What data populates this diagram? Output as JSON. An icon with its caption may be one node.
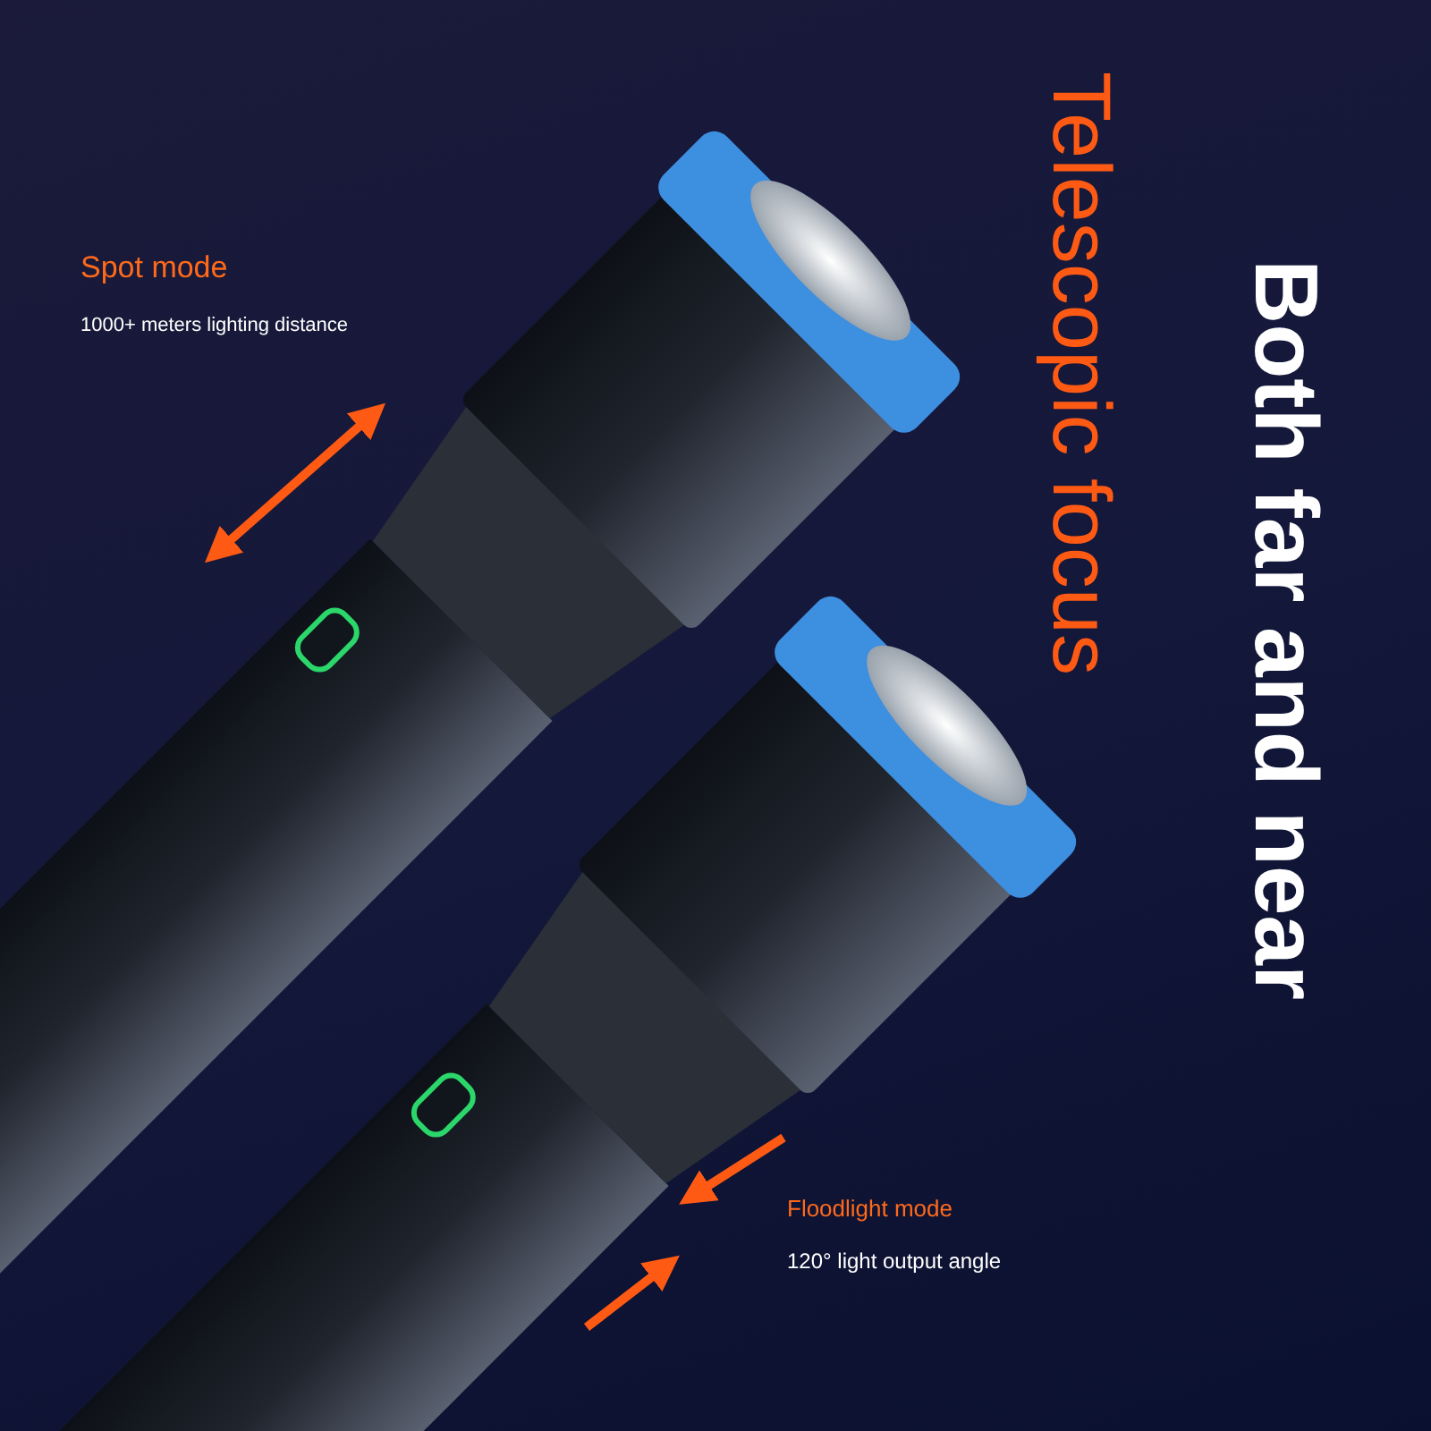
{
  "diagram": {
    "labels": [
      "Spot mode",
      "1000+ meters lighting distance",
      "Telescopic focus",
      "Both far and near",
      "Floodlight mode",
      "120° light output angle"
    ]
  }
}
